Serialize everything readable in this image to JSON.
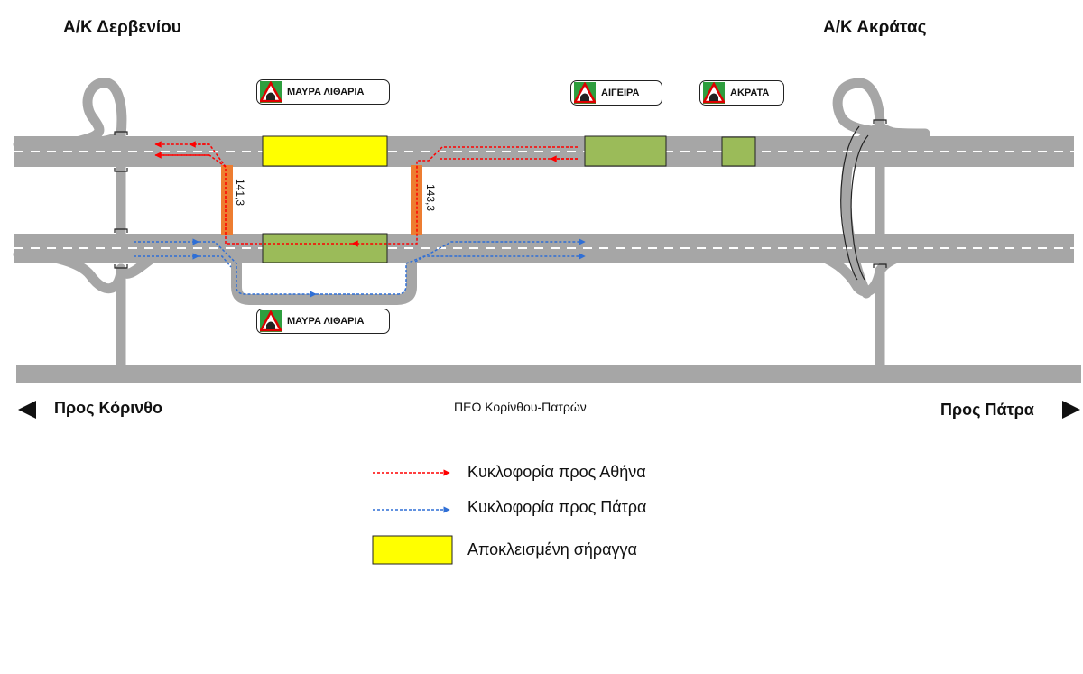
{
  "interchanges": {
    "left": "Α/Κ Δερβενίου",
    "right": "Α/Κ Ακράτας"
  },
  "tunnel_signs": {
    "mavra_top": "ΜΑΥΡΑ ΛΙΘΑΡΙΑ",
    "aigeira": "ΑΙΓΕΙΡΑ",
    "akrata": "ΑΚΡΑΤΑ",
    "mavra_bottom": "ΜΑΥΡΑ ΛΙΘΑΡΙΑ"
  },
  "crossovers": {
    "left_km": "141,3",
    "right_km": "143,3"
  },
  "directions": {
    "left": "Προς Κόρινθο",
    "right": "Προς Πάτρα"
  },
  "old_road": "ΠΕΟ Κορίνθου-Πατρών",
  "legend": {
    "athens": "Κυκλοφορία προς Αθήνα",
    "patra": "Κυκλοφορία προς Πάτρα",
    "closed": "Αποκλεισμένη σήραγγα"
  },
  "colors": {
    "road": "#a6a6a6",
    "closed_tunnel": "#ffff00",
    "open_tunnel": "#9bbb59",
    "crossover": "#ed7d31",
    "athens_traffic": "#ff0000",
    "patra_traffic": "#2f6fd6"
  },
  "icons": {
    "tunnel_sign": "tunnel-warning-icon",
    "left_arrow": "left-triangle-icon",
    "right_arrow": "right-triangle-icon"
  }
}
